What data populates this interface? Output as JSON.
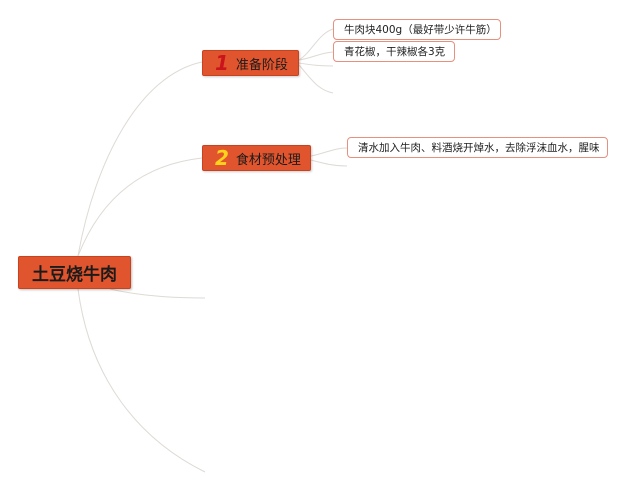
{
  "mindmap": {
    "root": {
      "label": "土豆烧牛肉"
    },
    "branches": [
      {
        "number": "1",
        "label": "准备阶段",
        "children": [
          {
            "label": "牛肉块400g（最好带少许牛筋）"
          },
          {
            "label": "青花椒，干辣椒各3克"
          }
        ]
      },
      {
        "number": "2",
        "label": "食材预处理",
        "children": [
          {
            "label": "清水加入牛肉、料酒烧开焯水，去除浮沫血水，腥味"
          }
        ]
      }
    ]
  },
  "colors": {
    "node_fill": "#e1552e",
    "number_1": "#c8141a",
    "number_2": "#ffd21c",
    "leaf_border": "#e69080",
    "connector": "#dedad5"
  }
}
